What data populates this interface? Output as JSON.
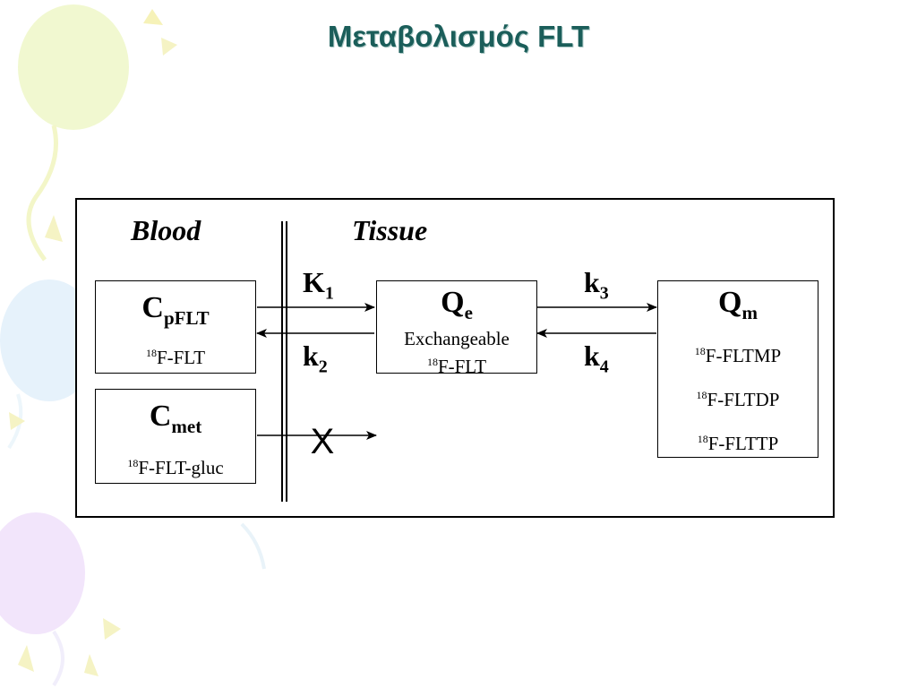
{
  "title": "Μεταβολισμός FLT",
  "labels": {
    "blood": "Blood",
    "tissue": "Tissue"
  },
  "boxes": {
    "cpflt": {
      "main": "C",
      "sub": "pFLT",
      "line_sup": "18",
      "line_text": "F-FLT"
    },
    "cmet": {
      "main": "C",
      "sub": "met",
      "line_sup": "18",
      "line_text": "F-FLT-gluc"
    },
    "qe": {
      "main": "Q",
      "sub": "e",
      "desc": "Exchangeable",
      "line_sup": "18",
      "line_text": "F-FLT"
    },
    "qm": {
      "main": "Q",
      "sub": "m",
      "lines": [
        {
          "sup": "18",
          "text": "F-FLTMP"
        },
        {
          "sup": "18",
          "text": "F-FLTDP"
        },
        {
          "sup": "18",
          "text": "F-FLTTP"
        }
      ]
    }
  },
  "rates": [
    {
      "main": "K",
      "sub": "1"
    },
    {
      "main": "k",
      "sub": "2"
    },
    {
      "main": "k",
      "sub": "3"
    },
    {
      "main": "k",
      "sub": "4"
    }
  ],
  "blocked_mark": "X"
}
